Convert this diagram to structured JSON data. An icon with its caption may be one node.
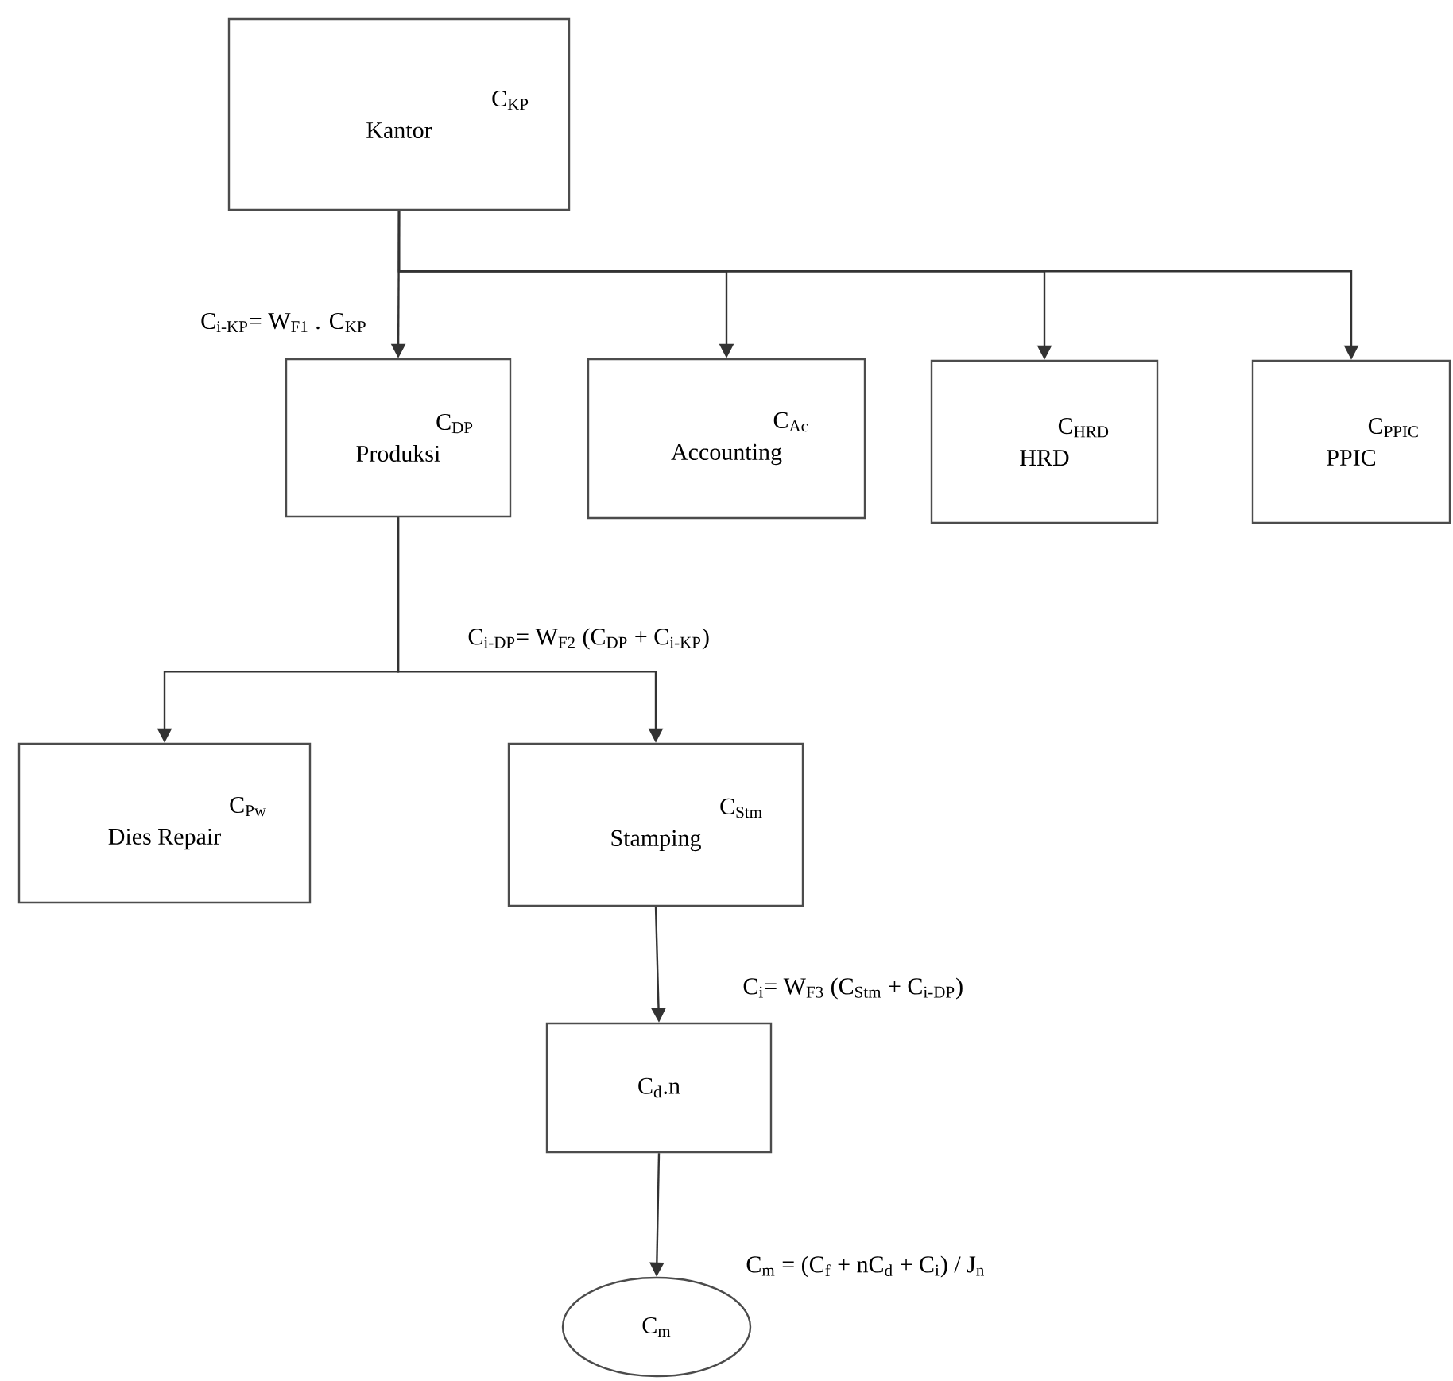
{
  "diagram": {
    "nodes": [
      {
        "text": [
          "C$_{KP}$",
          "Kantor"
        ]
      },
      {
        "text": [
          "C$_{DP}$",
          "Produksi"
        ]
      },
      {
        "text": [
          "C$_{Ac}$",
          "Accounting"
        ]
      },
      {
        "text": [
          "C$_{HRD}$",
          "HRD"
        ]
      },
      {
        "text": [
          "C$_{PPIC}$",
          "PPIC"
        ]
      },
      {
        "text": [
          "C$_{Pw}$",
          "Dies Repair"
        ]
      },
      {
        "text": [
          "C$_{Stm}$",
          "Stamping"
        ]
      },
      {
        "text": [
          "C$_{d}$.n"
        ]
      },
      {
        "text": [
          "C$_{m}$"
        ]
      }
    ],
    "edges": [
      {
        "from": 0,
        "to": 1,
        "arrow": "to",
        "label": "C$_{i-KP}$= W$_{F1}$ . C$_{KP}$"
      },
      {
        "from": 0,
        "to": 2,
        "arrow": "to"
      },
      {
        "from": 0,
        "to": 3,
        "arrow": "to"
      },
      {
        "from": 0,
        "to": 4,
        "arrow": "to"
      },
      {
        "from": 1,
        "to": 5,
        "arrow": "to"
      },
      {
        "from": 1,
        "to": 6,
        "arrow": "to",
        "label": "C$_{i-DP}$= W$_{F2}$ (C$_{DP}$ + C$_{i-KP}$)"
      },
      {
        "from": 6,
        "to": 7,
        "arrow": "to",
        "label": "C$_{i}$= W$_{F3}$ (C$_{Stm}$ + C$_{i-DP}$)"
      },
      {
        "from": 7,
        "to": 8,
        "arrow": "to",
        "label": "C$_{m}$ = (C$_{f}$ + nC$_{d}$ + C$_{i}$) / J$_{n}$"
      }
    ]
  }
}
